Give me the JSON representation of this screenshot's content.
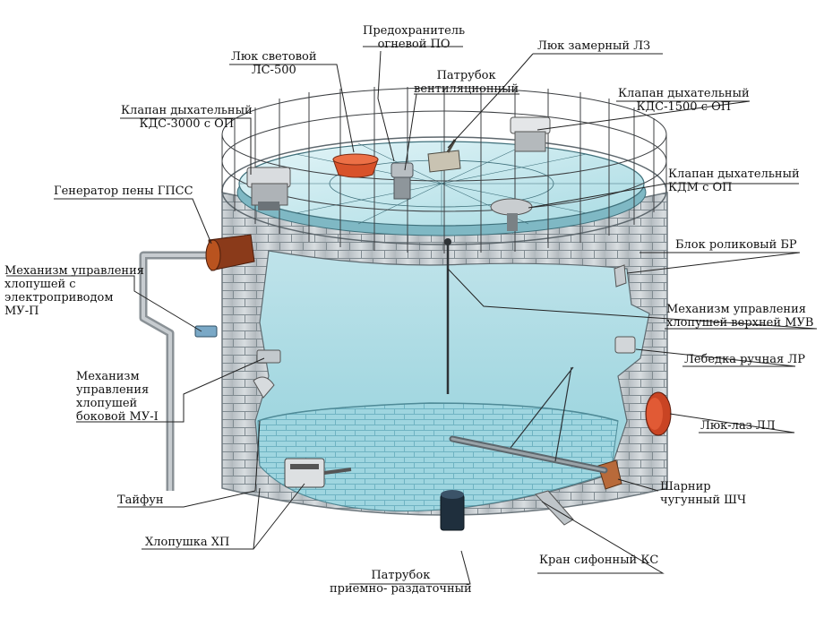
{
  "labels": {
    "predokhranitel": "Предохранитель\nогневой ПО",
    "lyuk_svetovoy": "Люк световой\nЛС-500",
    "lyuk_zamerny": "Люк замерный ЛЗ",
    "patrubok_vent": "Патрубок\nвентиляционный",
    "kds3000": "Клапан дыхательный\nКДС-3000 с ОП",
    "kds1500": "Клапан дыхательный\nКДС-1500 с ОП",
    "kdm": "Клапан дыхательный\nКДМ с ОП",
    "gpss": "Генератор пены ГПСС",
    "blok_br": "Блок роликовый БР",
    "mu_p": "Механизм управления\nхлопушей с\nэлектроприводом\nМУ-П",
    "muv": "Механизм управления\nхлопушей верхней МУВ",
    "lr": "Лебедка ручная ЛР",
    "mu_i": "Механизм\nуправления\nхлопушей\nбоковой МУ-I",
    "ll": "Люк-лаз ЛЛ",
    "shch": "Шарнир\nчугунный ШЧ",
    "tayfun": "Тайфун",
    "khp": "Хлопушка ХП",
    "ks": "Кран сифонный КС",
    "priemno": "Патрубок\nприемно- раздаточный"
  }
}
